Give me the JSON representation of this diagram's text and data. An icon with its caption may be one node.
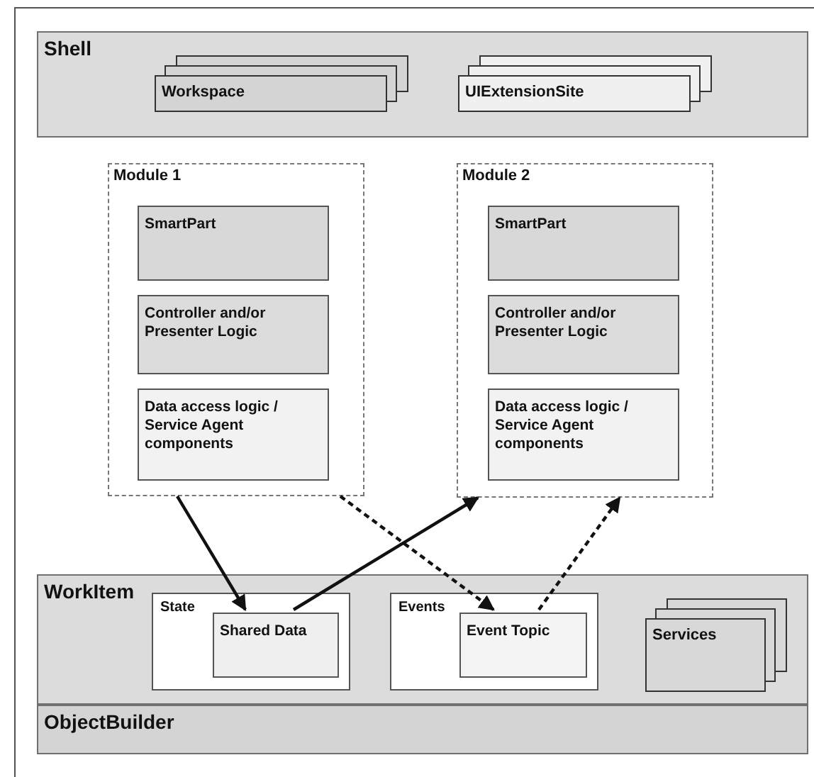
{
  "diagram": {
    "nodes": [
      {
        "text": [
          "Shell"
        ]
      },
      {
        "text": [
          "Workspace"
        ],
        "in": 0
      },
      {
        "text": [
          "UIExtensionSite"
        ],
        "in": 0
      },
      {
        "text": [
          "Module 1"
        ]
      },
      {
        "text": [
          "SmartPart"
        ],
        "in": 3
      },
      {
        "text": [
          "Controller and/or Presenter Logic"
        ],
        "in": 3
      },
      {
        "text": [
          "Data access logic / Service Agent components"
        ],
        "in": 3
      },
      {
        "text": [
          "Module 2"
        ]
      },
      {
        "text": [
          "SmartPart"
        ],
        "in": 7
      },
      {
        "text": [
          "Controller and/or Presenter Logic"
        ],
        "in": 7
      },
      {
        "text": [
          "Data access logic / Service Agent components"
        ],
        "in": 7
      },
      {
        "text": [
          "WorkItem"
        ]
      },
      {
        "text": [
          "State"
        ],
        "in": 11
      },
      {
        "text": [
          "Shared Data"
        ],
        "in": 12
      },
      {
        "text": [
          "Events"
        ],
        "in": 11
      },
      {
        "text": [
          "Event Topic"
        ],
        "in": 14
      },
      {
        "text": [
          "Services"
        ],
        "in": 11
      },
      {
        "text": [
          "ObjectBuilder"
        ]
      }
    ],
    "edges": [
      {
        "from": 3,
        "to": 13,
        "arrow": "to"
      },
      {
        "from": 13,
        "to": 7,
        "arrow": "to"
      },
      {
        "from": 3,
        "to": 15,
        "arrow": "to",
        "style": "dashed"
      },
      {
        "from": 15,
        "to": 7,
        "arrow": "to",
        "style": "dashed"
      }
    ]
  }
}
